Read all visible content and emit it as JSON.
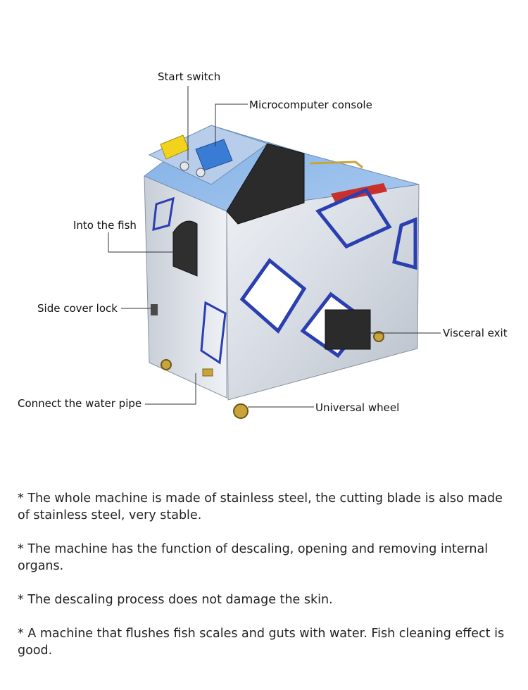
{
  "callouts": {
    "start_switch": "Start switch",
    "microcomputer_console": "Microcomputer console",
    "into_the_fish": "Into the fish",
    "side_cover_lock": "Side cover lock",
    "visceral_exit": "Visceral exit",
    "connect_water_pipe": "Connect the water pipe",
    "universal_wheel": "Universal wheel"
  },
  "notes": [
    "* The whole machine is made of stainless steel, the cutting blade is also made of stainless steel, very stable.",
    "* The machine has the function of descaling, opening and removing internal organs.",
    "* The descaling process does not damage the skin.",
    "* A machine that flushes fish scales and guts with water. Fish cleaning effect is good."
  ],
  "colors": {
    "steel": "#d9dee6",
    "steel_dark": "#9aa3ae",
    "hopper": "#2b2b2b",
    "logo_blue": "#2a3fb0",
    "panel_blue": "#3a7bd5",
    "warning_yellow": "#f2d21c",
    "wheel_gold": "#c9a43a"
  }
}
